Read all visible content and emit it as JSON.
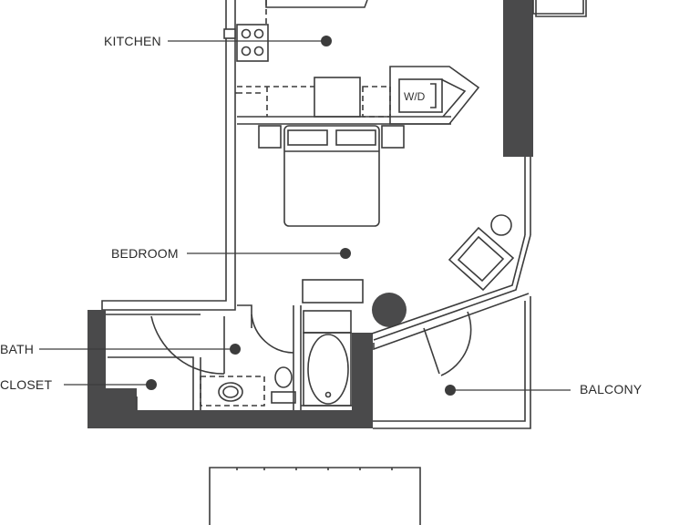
{
  "labels": {
    "kitchen": "KITCHEN",
    "bedroom": "BEDROOM",
    "bath": "BATH",
    "closet": "CLOSET",
    "balcony": "BALCONY",
    "washer_dryer": "W/D"
  },
  "colors": {
    "wall": "#4a4a4b",
    "line": "#3c3c3c",
    "background": "#ffffff"
  }
}
